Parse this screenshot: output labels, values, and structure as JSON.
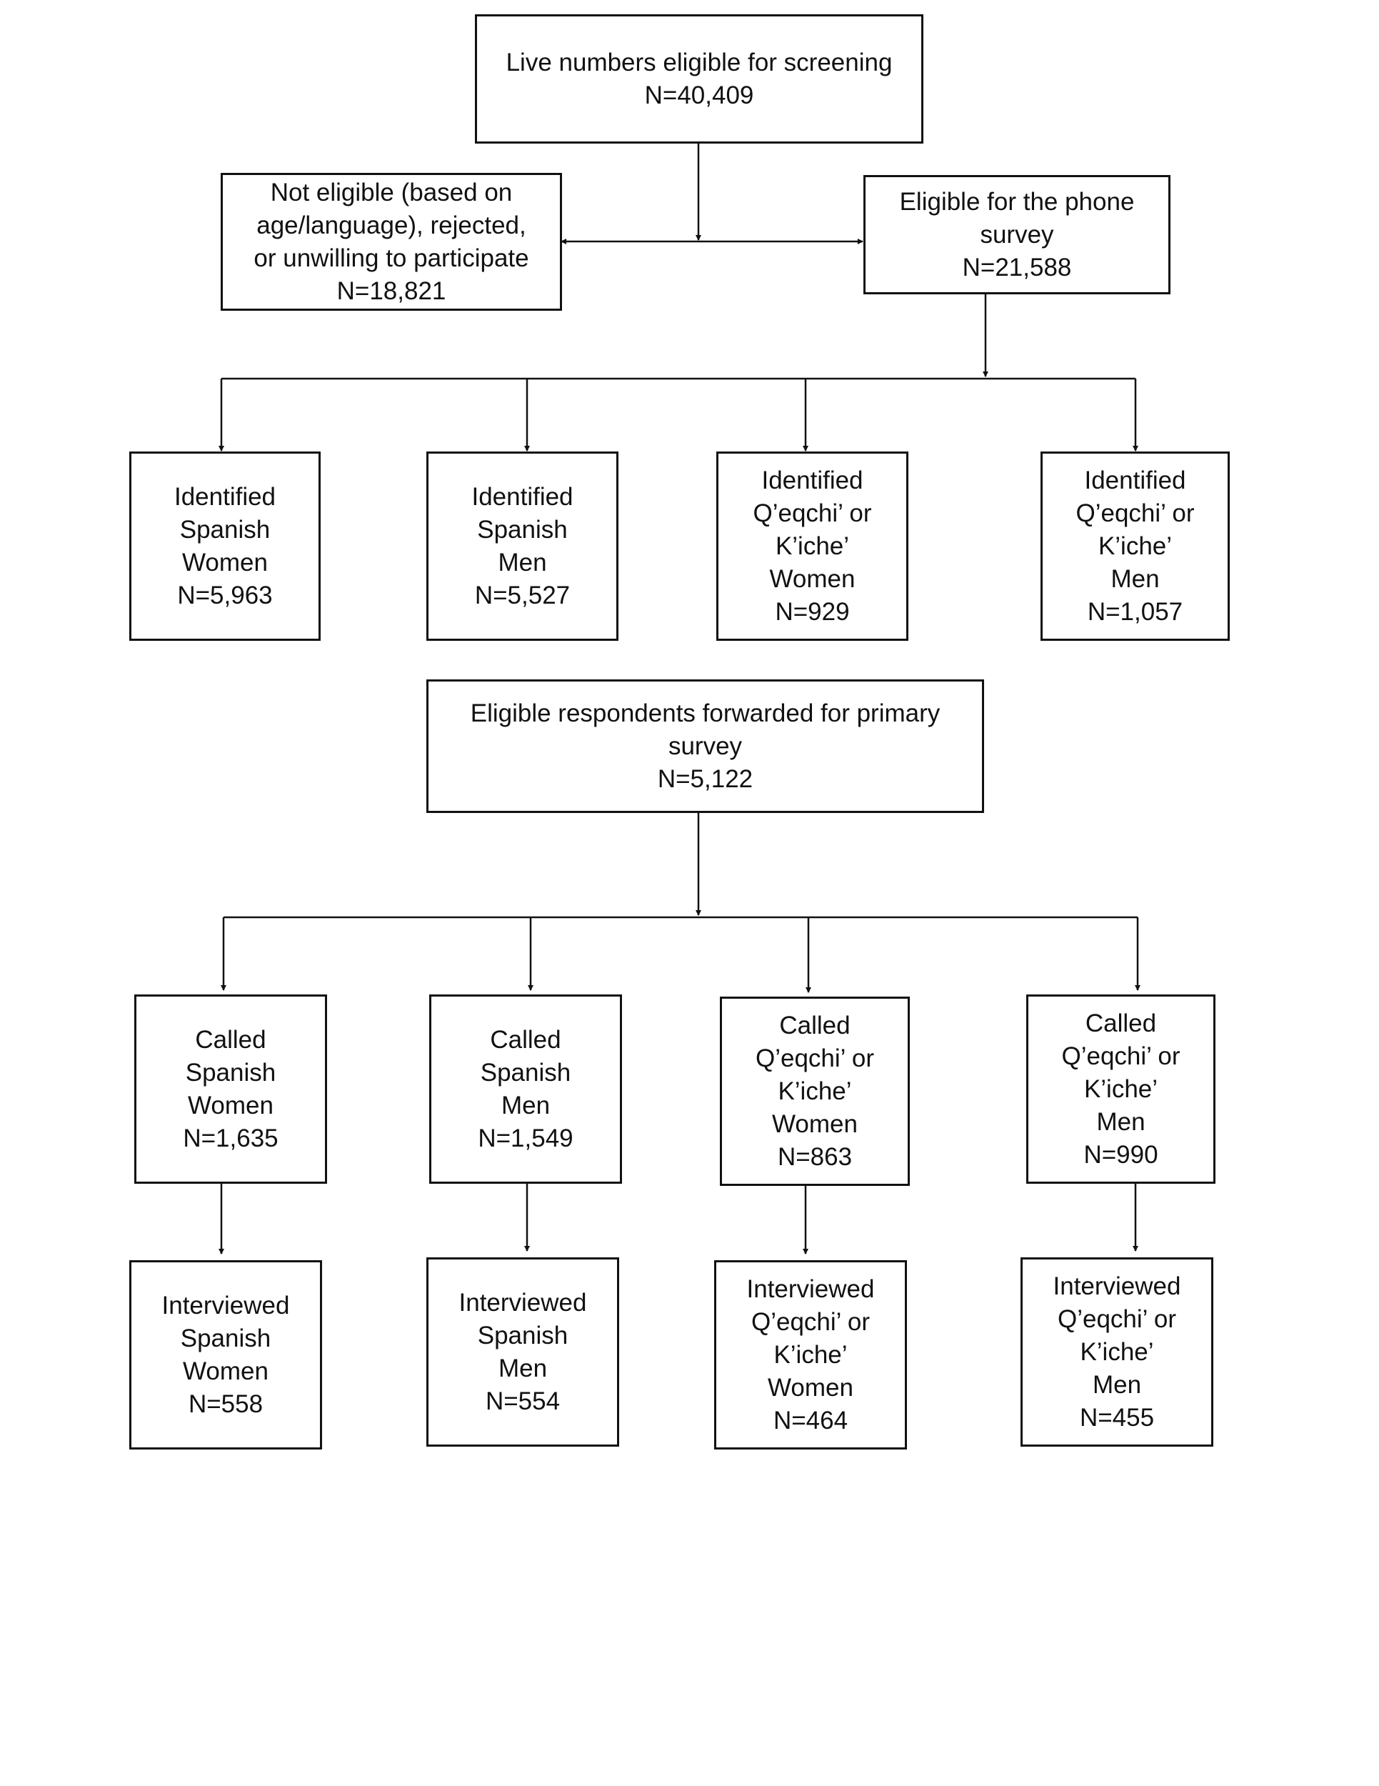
{
  "screening": {
    "live_numbers": [
      "Live numbers eligible for screening",
      "N=40,409"
    ],
    "not_eligible": [
      "Not eligible (based on",
      "age/language), rejected,",
      "or unwilling to participate",
      "N=18,821"
    ],
    "eligible_phone": [
      "Eligible for the phone",
      "survey",
      "N=21,588"
    ]
  },
  "identified": [
    [
      "Identified",
      "Spanish",
      "Women",
      "N=5,963"
    ],
    [
      "Identified",
      "Spanish",
      "Men",
      "N=5,527"
    ],
    [
      "Identified",
      "Q’eqchi’ or",
      "K’iche’",
      "Women",
      "N=929"
    ],
    [
      "Identified",
      "Q’eqchi’ or",
      "K’iche’",
      "Men",
      "N=1,057"
    ]
  ],
  "forwarded": [
    "Eligible respondents forwarded for primary",
    "survey",
    "N=5,122"
  ],
  "called": [
    [
      "Called",
      "Spanish",
      "Women",
      "N=1,635"
    ],
    [
      "Called",
      "Spanish",
      "Men",
      "N=1,549"
    ],
    [
      "Called",
      "Q’eqchi’ or",
      "K’iche’",
      "Women",
      "N=863"
    ],
    [
      "Called",
      "Q’eqchi’ or",
      "K’iche’",
      "Men",
      "N=990"
    ]
  ],
  "interviewed": [
    [
      "Interviewed",
      "Spanish",
      "Women",
      "N=558"
    ],
    [
      "Interviewed",
      "Spanish",
      "Men",
      "N=554"
    ],
    [
      "Interviewed",
      "Q’eqchi’ or",
      "K’iche’",
      "Women",
      "N=464"
    ],
    [
      "Interviewed",
      "Q’eqchi’ or",
      "K’iche’",
      "Men",
      "N=455"
    ]
  ]
}
